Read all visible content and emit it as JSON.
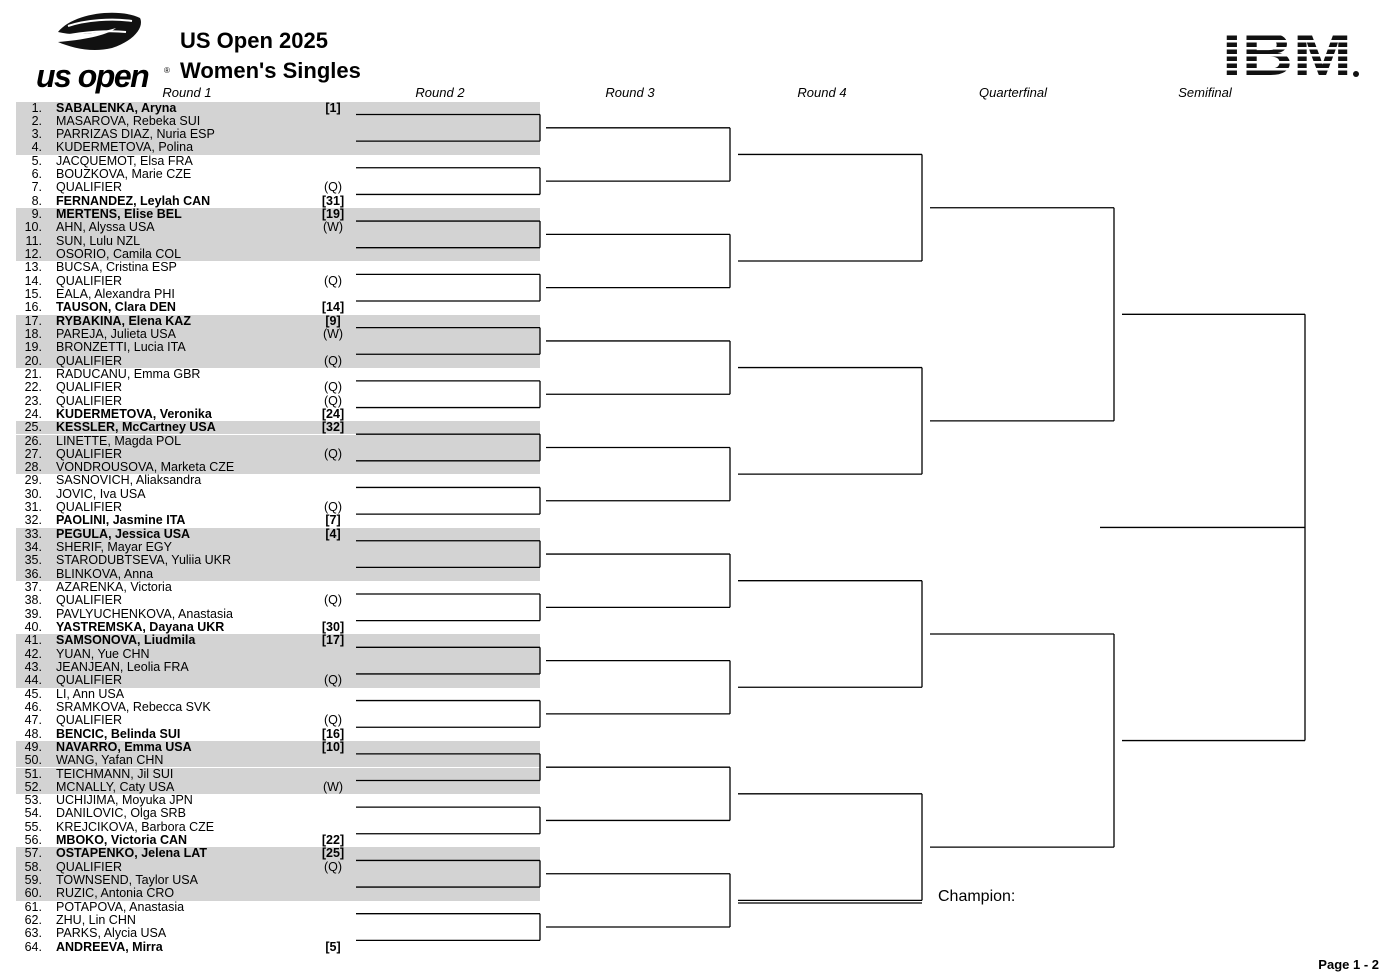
{
  "header": {
    "event_line1": "US Open 2025",
    "event_line2": "Women's Singles",
    "logo_text": "us open",
    "logo_reg": "®",
    "sponsor": "IBM"
  },
  "rounds": [
    "Round 1",
    "Round 2",
    "Round 3",
    "Round 4",
    "Quarterfinal",
    "Semifinal"
  ],
  "entries": [
    {
      "num": "1.",
      "name": "SABALENKA, Aryna",
      "seed": "[1]",
      "bold": true
    },
    {
      "num": "2.",
      "name": "MASAROVA, Rebeka SUI",
      "seed": "",
      "bold": false
    },
    {
      "num": "3.",
      "name": "PARRIZAS DIAZ, Nuria ESP",
      "seed": "",
      "bold": false
    },
    {
      "num": "4.",
      "name": "KUDERMETOVA, Polina",
      "seed": "",
      "bold": false
    },
    {
      "num": "5.",
      "name": "JACQUEMOT, Elsa FRA",
      "seed": "",
      "bold": false
    },
    {
      "num": "6.",
      "name": "BOUZKOVA, Marie CZE",
      "seed": "",
      "bold": false
    },
    {
      "num": "7.",
      "name": "QUALIFIER",
      "seed": "(Q)",
      "bold": false
    },
    {
      "num": "8.",
      "name": "FERNANDEZ, Leylah CAN",
      "seed": "[31]",
      "bold": true
    },
    {
      "num": "9.",
      "name": "MERTENS, Elise BEL",
      "seed": "[19]",
      "bold": true
    },
    {
      "num": "10.",
      "name": "AHN, Alyssa USA",
      "seed": "(W)",
      "bold": false
    },
    {
      "num": "11.",
      "name": "SUN, Lulu NZL",
      "seed": "",
      "bold": false
    },
    {
      "num": "12.",
      "name": "OSORIO, Camila COL",
      "seed": "",
      "bold": false
    },
    {
      "num": "13.",
      "name": "BUCSA, Cristina ESP",
      "seed": "",
      "bold": false
    },
    {
      "num": "14.",
      "name": "QUALIFIER",
      "seed": "(Q)",
      "bold": false
    },
    {
      "num": "15.",
      "name": "EALA, Alexandra PHI",
      "seed": "",
      "bold": false
    },
    {
      "num": "16.",
      "name": "TAUSON, Clara DEN",
      "seed": "[14]",
      "bold": true
    },
    {
      "num": "17.",
      "name": "RYBAKINA, Elena KAZ",
      "seed": "[9]",
      "bold": true
    },
    {
      "num": "18.",
      "name": "PAREJA, Julieta USA",
      "seed": "(W)",
      "bold": false
    },
    {
      "num": "19.",
      "name": "BRONZETTI, Lucia ITA",
      "seed": "",
      "bold": false
    },
    {
      "num": "20.",
      "name": "QUALIFIER",
      "seed": "(Q)",
      "bold": false
    },
    {
      "num": "21.",
      "name": "RADUCANU, Emma GBR",
      "seed": "",
      "bold": false
    },
    {
      "num": "22.",
      "name": "QUALIFIER",
      "seed": "(Q)",
      "bold": false
    },
    {
      "num": "23.",
      "name": "QUALIFIER",
      "seed": "(Q)",
      "bold": false
    },
    {
      "num": "24.",
      "name": "KUDERMETOVA, Veronika",
      "seed": "[24]",
      "bold": true
    },
    {
      "num": "25.",
      "name": "KESSLER, McCartney USA",
      "seed": "[32]",
      "bold": true
    },
    {
      "num": "26.",
      "name": "LINETTE, Magda POL",
      "seed": "",
      "bold": false
    },
    {
      "num": "27.",
      "name": "QUALIFIER",
      "seed": "(Q)",
      "bold": false
    },
    {
      "num": "28.",
      "name": "VONDROUSOVA, Marketa CZE",
      "seed": "",
      "bold": false
    },
    {
      "num": "29.",
      "name": "SASNOVICH, Aliaksandra",
      "seed": "",
      "bold": false
    },
    {
      "num": "30.",
      "name": "JOVIC, Iva USA",
      "seed": "",
      "bold": false
    },
    {
      "num": "31.",
      "name": "QUALIFIER",
      "seed": "(Q)",
      "bold": false
    },
    {
      "num": "32.",
      "name": "PAOLINI, Jasmine ITA",
      "seed": "[7]",
      "bold": true
    },
    {
      "num": "33.",
      "name": "PEGULA, Jessica USA",
      "seed": "[4]",
      "bold": true
    },
    {
      "num": "34.",
      "name": "SHERIF, Mayar EGY",
      "seed": "",
      "bold": false
    },
    {
      "num": "35.",
      "name": "STARODUBTSEVA, Yuliia UKR",
      "seed": "",
      "bold": false
    },
    {
      "num": "36.",
      "name": "BLINKOVA, Anna",
      "seed": "",
      "bold": false
    },
    {
      "num": "37.",
      "name": "AZARENKA, Victoria",
      "seed": "",
      "bold": false
    },
    {
      "num": "38.",
      "name": "QUALIFIER",
      "seed": "(Q)",
      "bold": false
    },
    {
      "num": "39.",
      "name": "PAVLYUCHENKOVA, Anastasia",
      "seed": "",
      "bold": false
    },
    {
      "num": "40.",
      "name": "YASTREMSKA, Dayana UKR",
      "seed": "[30]",
      "bold": true
    },
    {
      "num": "41.",
      "name": "SAMSONOVA, Liudmila",
      "seed": "[17]",
      "bold": true
    },
    {
      "num": "42.",
      "name": "YUAN, Yue CHN",
      "seed": "",
      "bold": false
    },
    {
      "num": "43.",
      "name": "JEANJEAN, Leolia FRA",
      "seed": "",
      "bold": false
    },
    {
      "num": "44.",
      "name": "QUALIFIER",
      "seed": "(Q)",
      "bold": false
    },
    {
      "num": "45.",
      "name": "LI, Ann USA",
      "seed": "",
      "bold": false
    },
    {
      "num": "46.",
      "name": "SRAMKOVA, Rebecca SVK",
      "seed": "",
      "bold": false
    },
    {
      "num": "47.",
      "name": "QUALIFIER",
      "seed": "(Q)",
      "bold": false
    },
    {
      "num": "48.",
      "name": "BENCIC, Belinda SUI",
      "seed": "[16]",
      "bold": true
    },
    {
      "num": "49.",
      "name": "NAVARRO, Emma USA",
      "seed": "[10]",
      "bold": true
    },
    {
      "num": "50.",
      "name": "WANG, Yafan CHN",
      "seed": "",
      "bold": false
    },
    {
      "num": "51.",
      "name": "TEICHMANN, Jil SUI",
      "seed": "",
      "bold": false
    },
    {
      "num": "52.",
      "name": "MCNALLY, Caty USA",
      "seed": "(W)",
      "bold": false
    },
    {
      "num": "53.",
      "name": "UCHIJIMA, Moyuka JPN",
      "seed": "",
      "bold": false
    },
    {
      "num": "54.",
      "name": "DANILOVIC, Olga SRB",
      "seed": "",
      "bold": false
    },
    {
      "num": "55.",
      "name": "KREJCIKOVA, Barbora CZE",
      "seed": "",
      "bold": false
    },
    {
      "num": "56.",
      "name": "MBOKO, Victoria CAN",
      "seed": "[22]",
      "bold": true
    },
    {
      "num": "57.",
      "name": "OSTAPENKO, Jelena LAT",
      "seed": "[25]",
      "bold": true
    },
    {
      "num": "58.",
      "name": "QUALIFIER",
      "seed": "(Q)",
      "bold": false
    },
    {
      "num": "59.",
      "name": "TOWNSEND, Taylor USA",
      "seed": "",
      "bold": false
    },
    {
      "num": "60.",
      "name": "RUZIC, Antonia CRO",
      "seed": "",
      "bold": false
    },
    {
      "num": "61.",
      "name": "POTAPOVA, Anastasia",
      "seed": "",
      "bold": false
    },
    {
      "num": "62.",
      "name": "ZHU, Lin CHN",
      "seed": "",
      "bold": false
    },
    {
      "num": "63.",
      "name": "PARKS, Alycia USA",
      "seed": "",
      "bold": false
    },
    {
      "num": "64.",
      "name": "ANDREEVA, Mirra",
      "seed": "[5]",
      "bold": true
    }
  ],
  "champion_label": "Champion:",
  "page_label": "Page 1 - 2",
  "colors": {
    "shade": "#d3d3d3",
    "line": "#000000"
  }
}
